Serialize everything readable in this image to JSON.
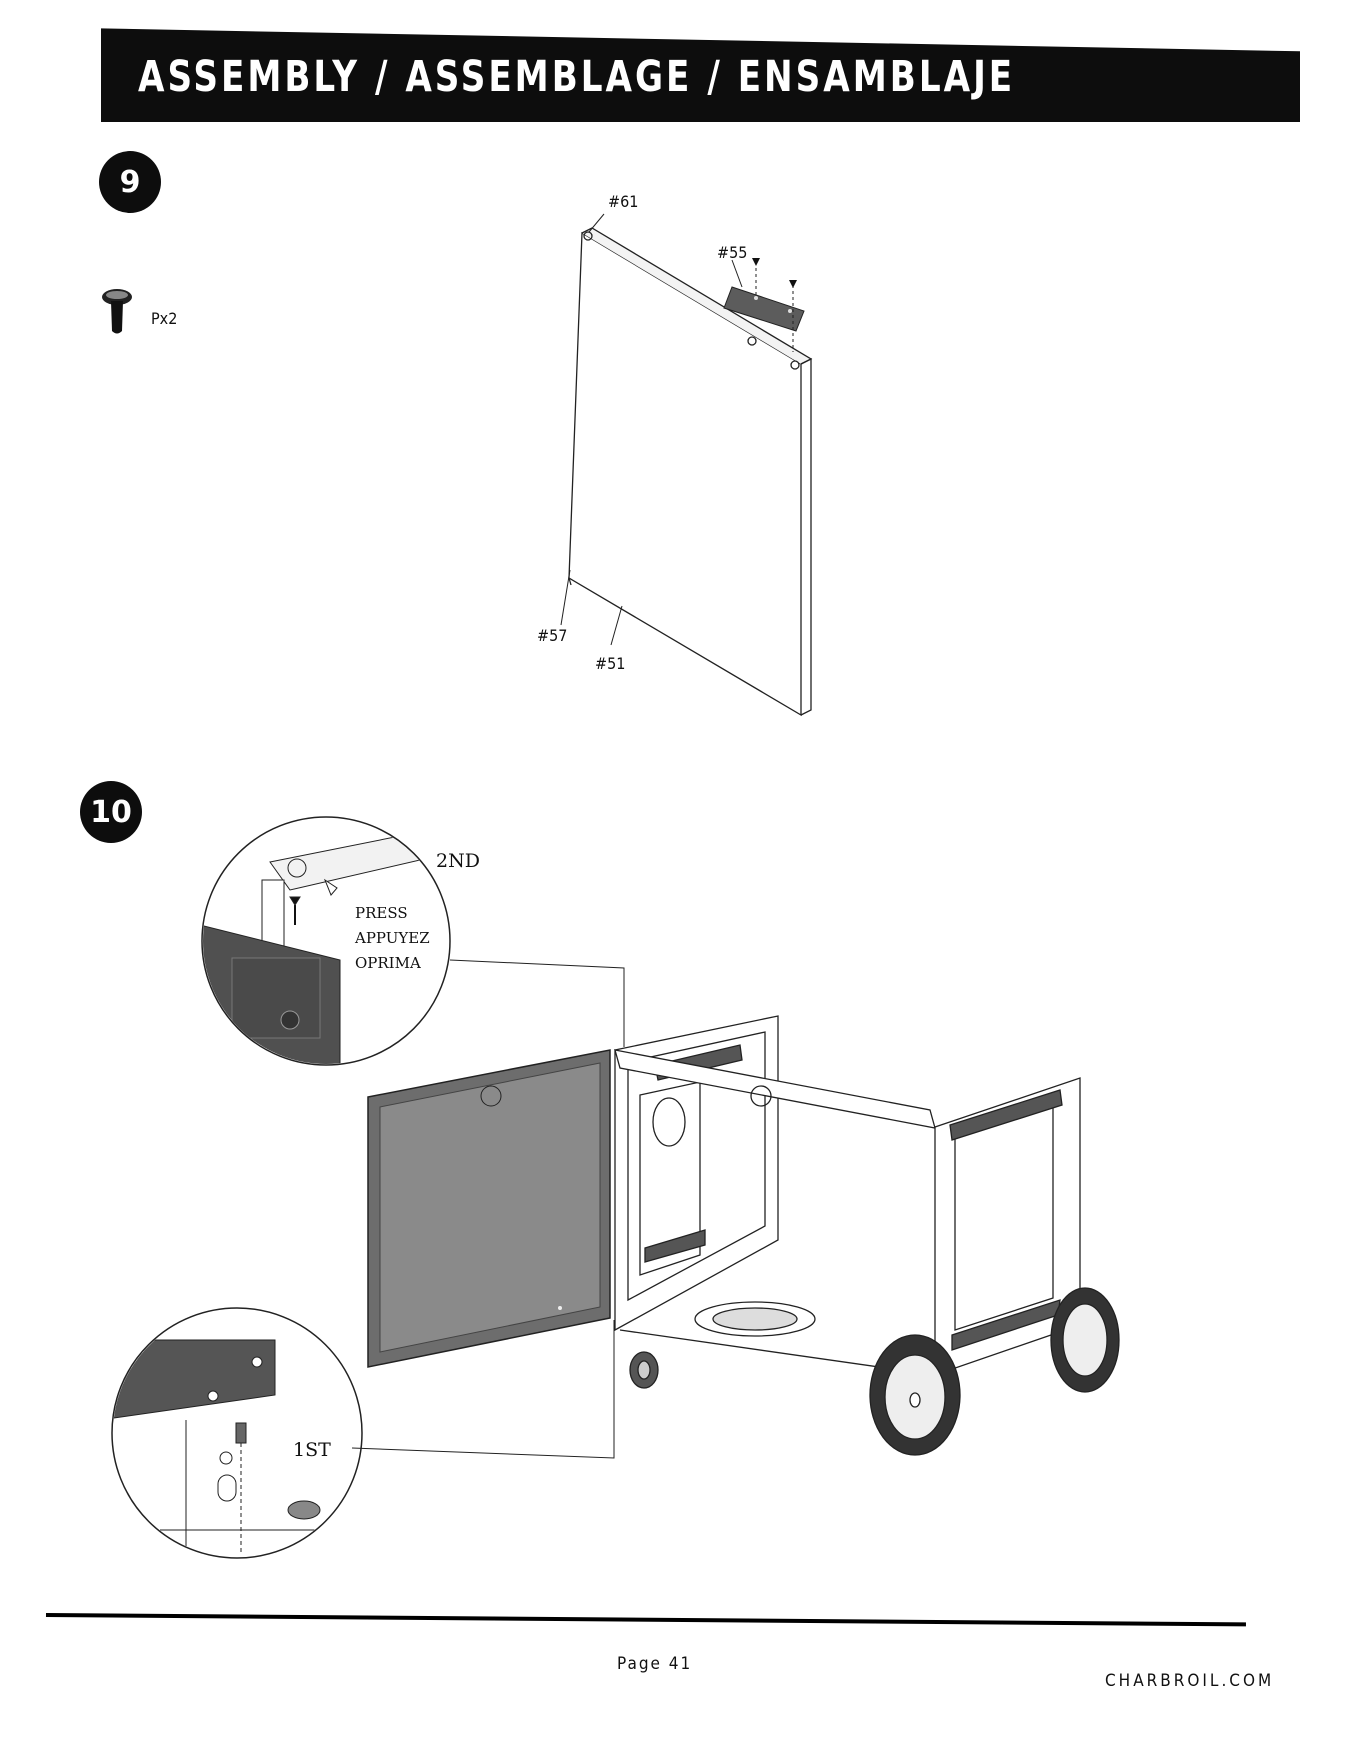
{
  "header": {
    "title": "ASSEMBLY / ASSEMBLAGE / ENSAMBLAJE"
  },
  "step9": {
    "number": "9",
    "hardware_qty": "Px2",
    "labels": {
      "part61": "#61",
      "part55": "#55",
      "part57": "#57",
      "part51": "#51"
    }
  },
  "step10": {
    "number": "10",
    "second": "2ND",
    "press": [
      "PRESS",
      "APPUYEZ",
      "OPRIMA"
    ],
    "first": "1ST"
  },
  "footer": {
    "page": "Page 41",
    "site": "CHARBROIL.COM"
  }
}
